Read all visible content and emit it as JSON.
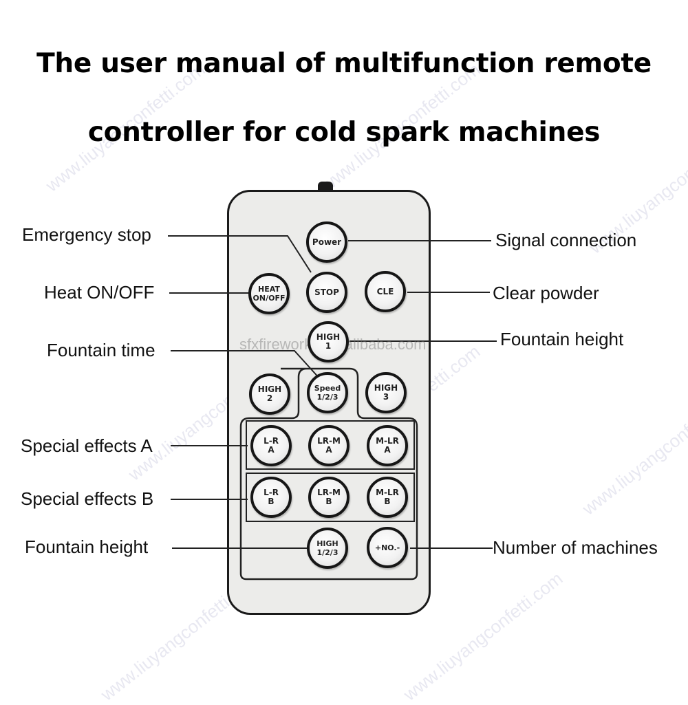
{
  "title": {
    "line1": "The user manual of multifunction remote",
    "line2": "controller for cold spark machines"
  },
  "watermarks": {
    "diagonal": "www.liuyangconfetti.com",
    "center": "sfxfireworks.en.alibaba.com"
  },
  "labels": {
    "emergency_stop": "Emergency stop",
    "heat_on_off": "Heat ON/OFF",
    "fountain_time": "Fountain time",
    "special_effects_a": "Special effects A",
    "special_effects_b": "Special effects B",
    "fountain_height_left": "Fountain height",
    "signal_connection": "Signal connection",
    "clear_powder": "Clear powder",
    "fountain_height_right": "Fountain height",
    "number_of_machines": "Number of machines"
  },
  "buttons": {
    "power": "Power",
    "heat": "HEAT\nON/OFF",
    "stop": "STOP",
    "cle": "CLE",
    "high1": "HIGH\n1",
    "high2": "HIGH\n2",
    "speed": "Speed\n1/2/3",
    "high3": "HIGH\n3",
    "lr_a": "L-R\nA",
    "lrm_a": "LR-M\nA",
    "mlr_a": "M-LR\nA",
    "lr_b": "L-R\nB",
    "lrm_b": "LR-M\nB",
    "mlr_b": "M-LR\nB",
    "high123": "HIGH\n1/2/3",
    "no": "+NO.-"
  },
  "colors": {
    "remote_body": "#ececea",
    "button_border": "#161616",
    "text": "#111111"
  }
}
